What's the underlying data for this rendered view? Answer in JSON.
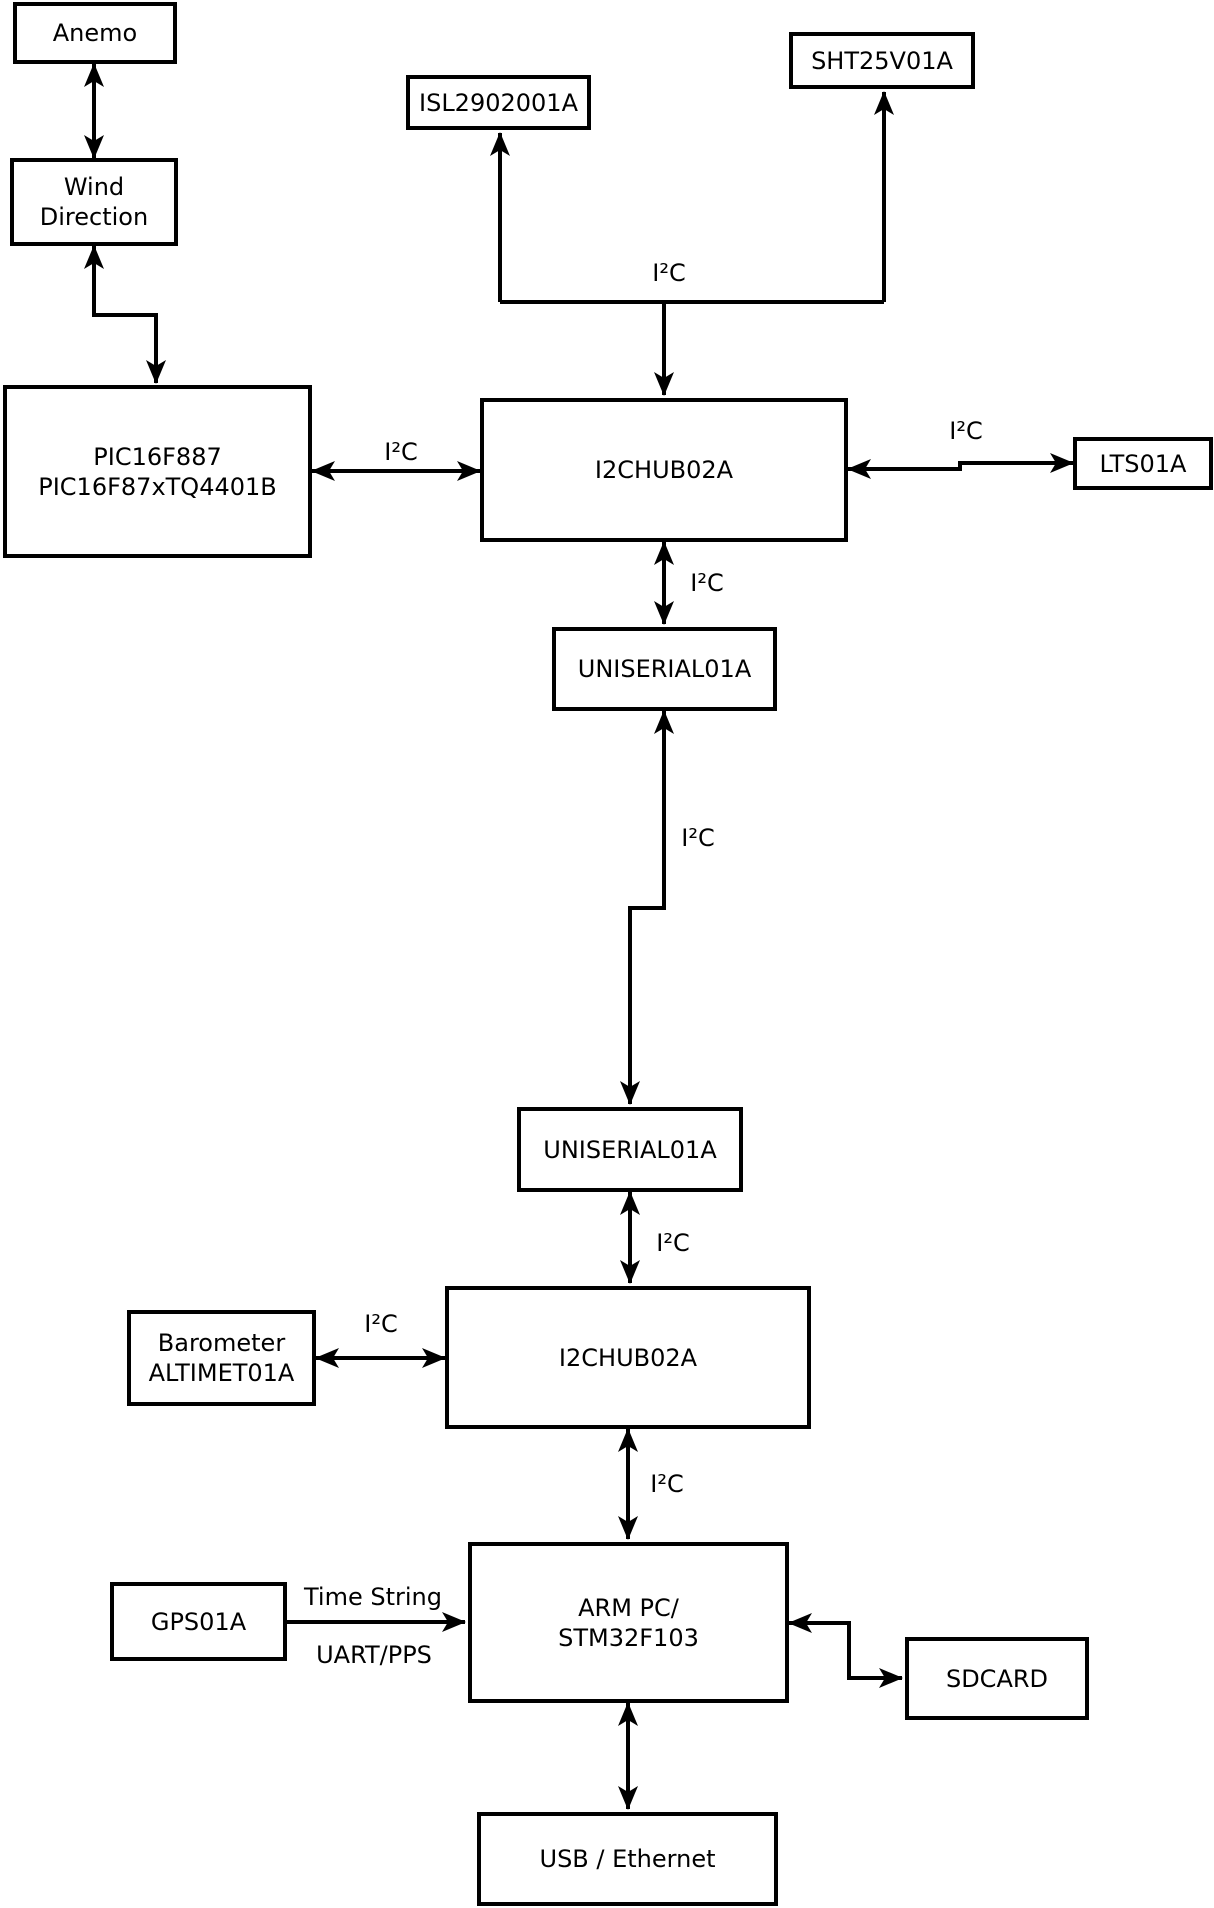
{
  "labels": {
    "i2c": "I²C",
    "time_string": "Time String",
    "uart_pps": "UART/PPS"
  },
  "boxes": {
    "anemo": {
      "label": "Anemo"
    },
    "wind_direction": {
      "line1": "Wind",
      "line2": "Direction"
    },
    "isl": {
      "label": "ISL2902001A"
    },
    "sht": {
      "label": "SHT25V01A"
    },
    "pic": {
      "line1": "PIC16F887",
      "line2": "PIC16F87xTQ4401B"
    },
    "i2chub_top": {
      "label": "I2CHUB02A"
    },
    "lts": {
      "label": "LTS01A"
    },
    "uniserial_top": {
      "label": "UNISERIAL01A"
    },
    "uniserial_bottom": {
      "label": "UNISERIAL01A"
    },
    "i2chub_bottom": {
      "label": "I2CHUB02A"
    },
    "barometer": {
      "line1": "Barometer",
      "line2": "ALTIMET01A"
    },
    "gps": {
      "label": "GPS01A"
    },
    "arm": {
      "line1": "ARM PC/",
      "line2": "STM32F103"
    },
    "sdcard": {
      "label": "SDCARD"
    },
    "usb": {
      "label": "USB / Ethernet"
    }
  },
  "colors": {
    "line": "#000000",
    "box_fill": "#ffffff",
    "text": "#000000",
    "background": "#ffffff"
  }
}
